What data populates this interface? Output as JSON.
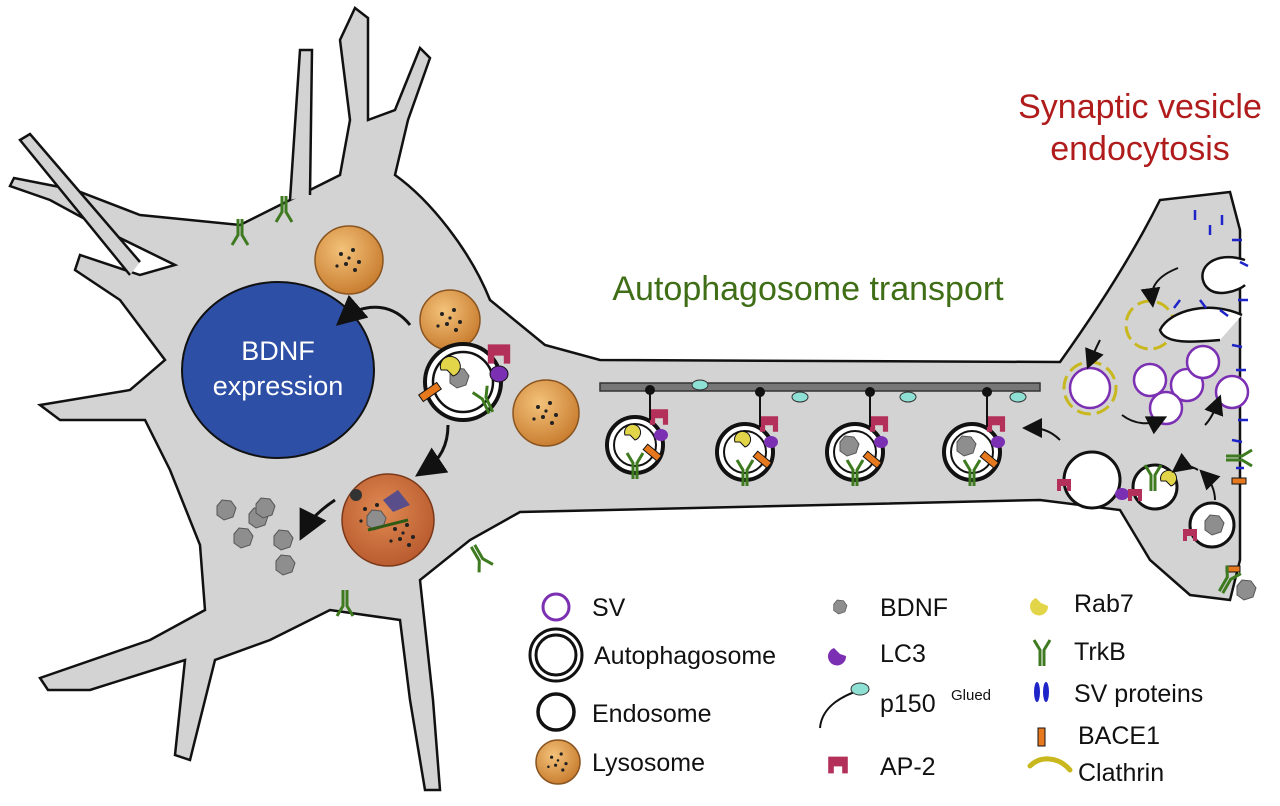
{
  "titles": {
    "synaptic_line1": "Synaptic vesicle",
    "synaptic_line2": "endocytosis",
    "autophagosome_transport": "Autophagosome transport"
  },
  "nucleus": {
    "line1": "BDNF",
    "line2": "expression"
  },
  "legend": {
    "sv": "SV",
    "autophagosome": "Autophagosome",
    "endosome": "Endosome",
    "lysosome": "Lysosome",
    "bdnf": "BDNF",
    "lc3": "LC3",
    "p150": "p150",
    "p150_sup": "Glued",
    "ap2": "AP-2",
    "rab7": "Rab7",
    "trkb": "TrkB",
    "sv_proteins": "SV proteins",
    "bace1": "BACE1",
    "clathrin": "Clathrin"
  },
  "colors": {
    "cell_fill": "#d3d3d3",
    "nucleus": "#2e4fa6",
    "sv_purple": "#7b2fb3",
    "lysosome": "#d08a3c",
    "ap2": "#b3305a",
    "rab7": "#e3d54a",
    "trkb": "#3e7a1f",
    "sv_proteins": "#1f24c8",
    "bace1": "#e6781e",
    "clathrin": "#c8b81e",
    "p150": "#8fe0d4",
    "bdnf": "#8a8a8a",
    "title_red": "#b01c1c",
    "title_green": "#3f6e17"
  }
}
